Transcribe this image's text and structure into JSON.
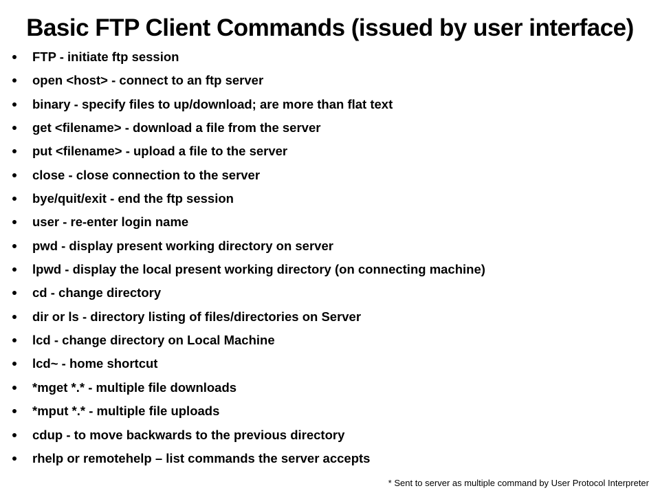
{
  "slide": {
    "title": "Basic FTP Client Commands (issued by user interface)",
    "items": [
      "FTP - initiate ftp session",
      "open <host> - connect to an ftp server",
      "binary - specify files to up/download; are more than flat text",
      "get <filename> - download a file from the server",
      "put <filename> - upload a file to the server",
      "close - close connection to the server",
      "bye/quit/exit - end the ftp session",
      "user - re-enter login name",
      "pwd - display present working directory on server",
      "lpwd - display the local present working directory (on connecting machine)",
      "cd - change directory",
      "dir or ls  - directory listing of files/directories on Server",
      "lcd - change directory on Local Machine",
      "lcd~ - home shortcut",
      "*mget *.* - multiple file downloads",
      "*mput *.* - multiple file uploads",
      "cdup - to move backwards to the previous directory",
      "rhelp or remotehelp – list commands the server accepts"
    ],
    "footnote": "* Sent to server as multiple command by User Protocol Interpreter"
  }
}
